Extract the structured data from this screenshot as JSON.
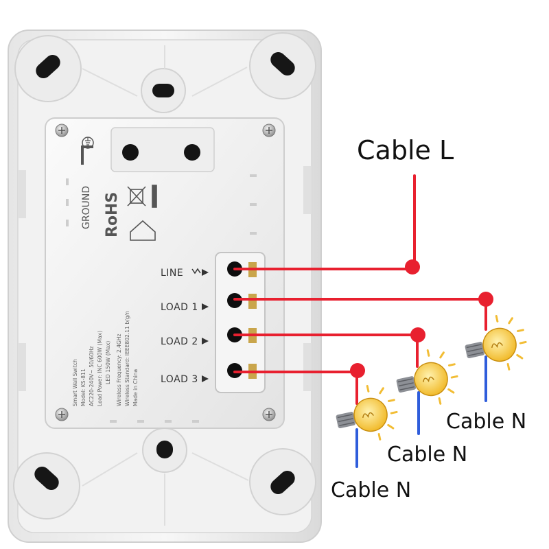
{
  "callouts": {
    "line_cable": "Cable L",
    "neutral_cables": [
      "Cable N",
      "Cable N",
      "Cable N"
    ]
  },
  "device": {
    "ground_label": "GROUND",
    "rohs_label": "RoHS",
    "terminals": [
      "LINE",
      "LOAD 1",
      "LOAD 2",
      "LOAD 3"
    ],
    "spec_lines": [
      "Smart Wall Switch",
      "Model: KS-811",
      "AC220-240V~ 50/60Hz",
      "Load Power: INC 600W (Max)",
      "LED 150W (Max)",
      "Wireless Frequency: 2.4GHz",
      "Wireless Standard: IEEE802.11 b/g/n",
      "Made in China"
    ]
  },
  "colors": {
    "live_wire": "#e8202f",
    "neutral_wire": "#2f5ddb",
    "bulb_glass": "#f6c331",
    "bulb_base": "#8d9096"
  }
}
